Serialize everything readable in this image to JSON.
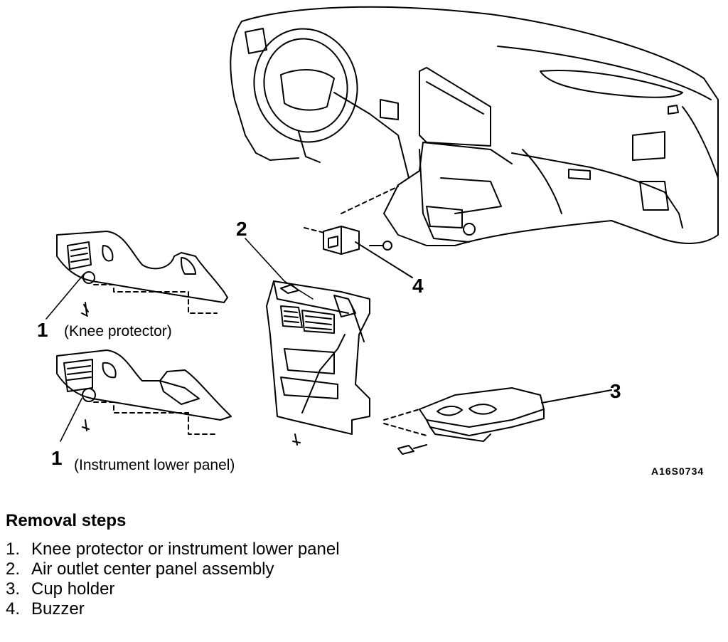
{
  "callouts": {
    "knee_num": "1",
    "knee_caption": "(Knee protector)",
    "lower_num": "1",
    "lower_caption": "(Instrument lower panel)",
    "center_num": "2",
    "cup_num": "3",
    "buzzer_num": "4"
  },
  "figure_code": "A16S0734",
  "removal": {
    "title": "Removal steps",
    "steps": [
      {
        "num": "1.",
        "text": "Knee protector or instrument lower panel"
      },
      {
        "num": "2.",
        "text": "Air outlet center panel assembly"
      },
      {
        "num": "3.",
        "text": "Cup holder"
      },
      {
        "num": "4.",
        "text": "Buzzer"
      }
    ]
  }
}
